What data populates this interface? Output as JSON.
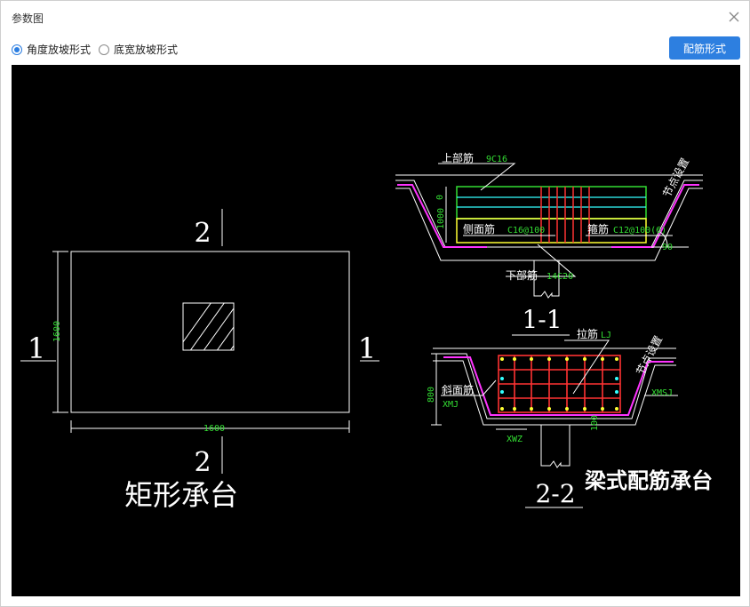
{
  "window": {
    "title": "参数图"
  },
  "toolbar": {
    "options": [
      {
        "label": "角度放坡形式",
        "checked": true
      },
      {
        "label": "底宽放坡形式",
        "checked": false
      }
    ],
    "config_button": "配筋形式"
  },
  "drawing": {
    "rect": {
      "title": "矩形承台",
      "dim_width": "1600",
      "dim_height": "1600",
      "section_1": "1",
      "section_2": "2"
    },
    "section11": {
      "title": "1-1",
      "top_rebar_label": "上部筋",
      "top_rebar_value": "9C16",
      "side_rebar_label": "侧面筋",
      "side_rebar_value": "C16@100",
      "stirrup_label": "箍筋",
      "stirrup_value": "C12@100(6)",
      "bottom_rebar_label": "下部筋",
      "bottom_rebar_value": "14C20",
      "node_text": "节点设置",
      "angle": "90",
      "dim_height": "1000",
      "dim_small": "0"
    },
    "section22": {
      "title": "2-2",
      "tie_label": "拉筋",
      "tie_value": "LJ",
      "slope_label": "斜面筋",
      "slope_value": "XMJ",
      "slope_side_value": "XMSJ",
      "bottom_value": "XWZ",
      "node_text": "节点设置",
      "dim_height": "800",
      "dim_small": "100"
    },
    "beam_title": "梁式配筋承台"
  }
}
